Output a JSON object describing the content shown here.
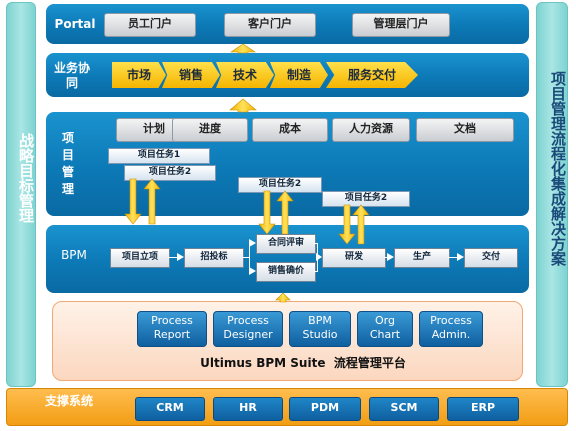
{
  "left_pillar": {
    "text": "战略目标管理"
  },
  "right_pillar": {
    "text": "项目管理流程化集成解决方案"
  },
  "portal": {
    "label": "Portal",
    "buttons": [
      "员工门户",
      "客户门户",
      "管理层门户"
    ]
  },
  "business": {
    "label": "业务协同",
    "steps": [
      "市场",
      "销售",
      "技术",
      "制造",
      "服务交付"
    ]
  },
  "project": {
    "label": "项目管理",
    "buttons": [
      "计划",
      "进度",
      "成本",
      "人力资源",
      "文档"
    ],
    "tasks": [
      "项目任务1",
      "项目任务2",
      "项目任务2",
      "项目任务2"
    ]
  },
  "bpm": {
    "label": "BPM",
    "flow": [
      "项目立项",
      "招投标",
      "合同评审",
      "销售确价",
      "研发",
      "生产",
      "交付"
    ]
  },
  "platform": {
    "buttons": [
      {
        "line1": "Process",
        "line2": "Report"
      },
      {
        "line1": "Process",
        "line2": "Designer"
      },
      {
        "line1": "BPM",
        "line2": "Studio"
      },
      {
        "line1": "Org",
        "line2": "Chart"
      },
      {
        "line1": "Process",
        "line2": "Admin."
      }
    ],
    "title": "Ultimus BPM Suite  流程管理平台"
  },
  "support": {
    "label": "支撑系统",
    "buttons": [
      "CRM",
      "HR",
      "PDM",
      "SCM",
      "ERP"
    ]
  },
  "colors": {
    "row_blue": "#0c79b6",
    "arrow_yellow": "#f5b400",
    "support_orange": "#f29d14",
    "platform_peach": "#fbd7bf",
    "pillar_teal": "#7ed3d2"
  }
}
